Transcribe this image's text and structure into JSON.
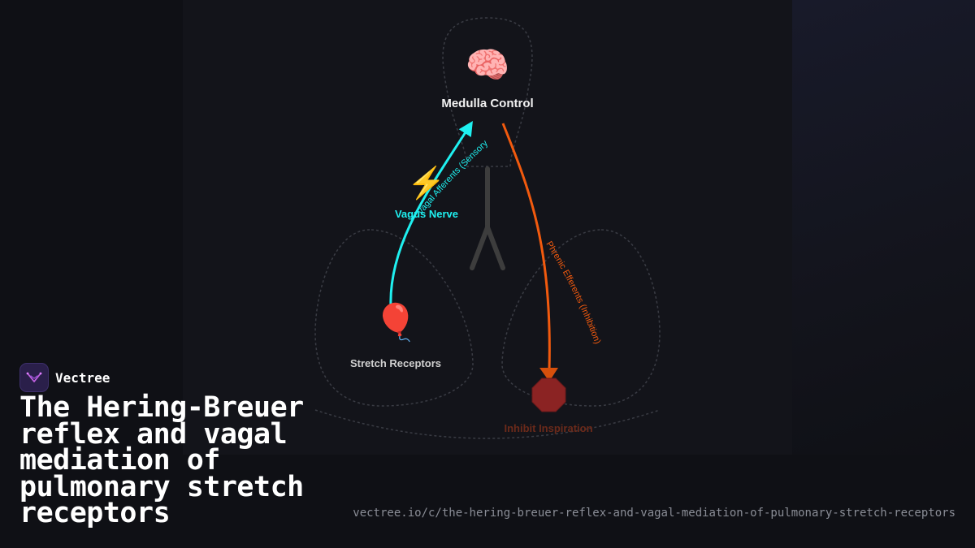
{
  "diagram": {
    "nodes": {
      "medulla": {
        "icon": "brain-icon",
        "emoji": "🧠",
        "label": "Medulla Control"
      },
      "vagus": {
        "icon": "lightning-icon",
        "emoji": "⚡",
        "label": "Vagus Nerve"
      },
      "stretch": {
        "icon": "balloon-icon",
        "emoji": "🎈",
        "label": "Stretch Receptors"
      },
      "inhibit": {
        "icon": "stop-icon",
        "label": "Inhibit Inspiration"
      }
    },
    "edges": {
      "afferent": "Vagal Afferents (Sensory)",
      "efferent": "Phrenic Efferents (Inhibition)"
    },
    "colors": {
      "afferent": "#1ff0f0",
      "efferent": "#f25a0e",
      "stop": "#8b2323",
      "outline": "#3a3c44",
      "trachea": "#3d3d3d"
    }
  },
  "brand": {
    "name": "Vectree",
    "icon": "vectree-logo-icon"
  },
  "title": "The Hering-Breuer reflex and vagal mediation of pulmonary stretch receptors",
  "url": "vectree.io/c/the-hering-breuer-reflex-and-vagal-mediation-of-pulmonary-stretch-receptors"
}
